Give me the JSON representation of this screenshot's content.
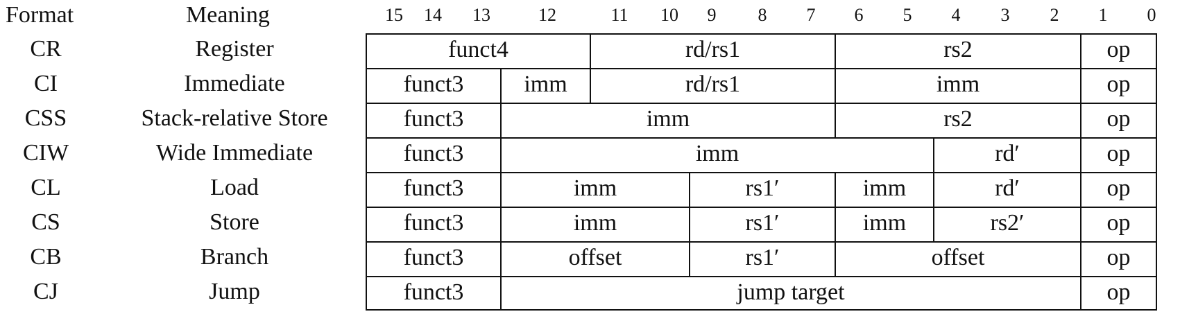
{
  "headers": {
    "format": "Format",
    "meaning": "Meaning"
  },
  "bits": [
    "15",
    "14",
    "13",
    "12",
    "11",
    "10",
    "9",
    "8",
    "7",
    "6",
    "5",
    "4",
    "3",
    "2",
    "1",
    "0"
  ],
  "rows": [
    {
      "format": "CR",
      "meaning": "Register",
      "fields": [
        {
          "label": "funct4",
          "hi": 15,
          "lo": 12
        },
        {
          "label": "rd/rs1",
          "hi": 11,
          "lo": 7
        },
        {
          "label": "rs2",
          "hi": 6,
          "lo": 2
        },
        {
          "label": "op",
          "hi": 1,
          "lo": 0
        }
      ]
    },
    {
      "format": "CI",
      "meaning": "Immediate",
      "fields": [
        {
          "label": "funct3",
          "hi": 15,
          "lo": 13
        },
        {
          "label": "imm",
          "hi": 12,
          "lo": 12
        },
        {
          "label": "rd/rs1",
          "hi": 11,
          "lo": 7
        },
        {
          "label": "imm",
          "hi": 6,
          "lo": 2
        },
        {
          "label": "op",
          "hi": 1,
          "lo": 0
        }
      ]
    },
    {
      "format": "CSS",
      "meaning": "Stack-relative Store",
      "fields": [
        {
          "label": "funct3",
          "hi": 15,
          "lo": 13
        },
        {
          "label": "imm",
          "hi": 12,
          "lo": 7
        },
        {
          "label": "rs2",
          "hi": 6,
          "lo": 2
        },
        {
          "label": "op",
          "hi": 1,
          "lo": 0
        }
      ]
    },
    {
      "format": "CIW",
      "meaning": "Wide Immediate",
      "fields": [
        {
          "label": "funct3",
          "hi": 15,
          "lo": 13
        },
        {
          "label": "imm",
          "hi": 12,
          "lo": 5
        },
        {
          "label": "rd′",
          "hi": 4,
          "lo": 2
        },
        {
          "label": "op",
          "hi": 1,
          "lo": 0
        }
      ]
    },
    {
      "format": "CL",
      "meaning": "Load",
      "fields": [
        {
          "label": "funct3",
          "hi": 15,
          "lo": 13
        },
        {
          "label": "imm",
          "hi": 12,
          "lo": 10
        },
        {
          "label": "rs1′",
          "hi": 9,
          "lo": 7
        },
        {
          "label": "imm",
          "hi": 6,
          "lo": 5
        },
        {
          "label": "rd′",
          "hi": 4,
          "lo": 2
        },
        {
          "label": "op",
          "hi": 1,
          "lo": 0
        }
      ]
    },
    {
      "format": "CS",
      "meaning": "Store",
      "fields": [
        {
          "label": "funct3",
          "hi": 15,
          "lo": 13
        },
        {
          "label": "imm",
          "hi": 12,
          "lo": 10
        },
        {
          "label": "rs1′",
          "hi": 9,
          "lo": 7
        },
        {
          "label": "imm",
          "hi": 6,
          "lo": 5
        },
        {
          "label": "rs2′",
          "hi": 4,
          "lo": 2
        },
        {
          "label": "op",
          "hi": 1,
          "lo": 0
        }
      ]
    },
    {
      "format": "CB",
      "meaning": "Branch",
      "fields": [
        {
          "label": "funct3",
          "hi": 15,
          "lo": 13
        },
        {
          "label": "offset",
          "hi": 12,
          "lo": 10
        },
        {
          "label": "rs1′",
          "hi": 9,
          "lo": 7
        },
        {
          "label": "offset",
          "hi": 6,
          "lo": 2
        },
        {
          "label": "op",
          "hi": 1,
          "lo": 0
        }
      ]
    },
    {
      "format": "CJ",
      "meaning": "Jump",
      "fields": [
        {
          "label": "funct3",
          "hi": 15,
          "lo": 13
        },
        {
          "label": "jump target",
          "hi": 12,
          "lo": 2
        },
        {
          "label": "op",
          "hi": 1,
          "lo": 0
        }
      ]
    }
  ]
}
